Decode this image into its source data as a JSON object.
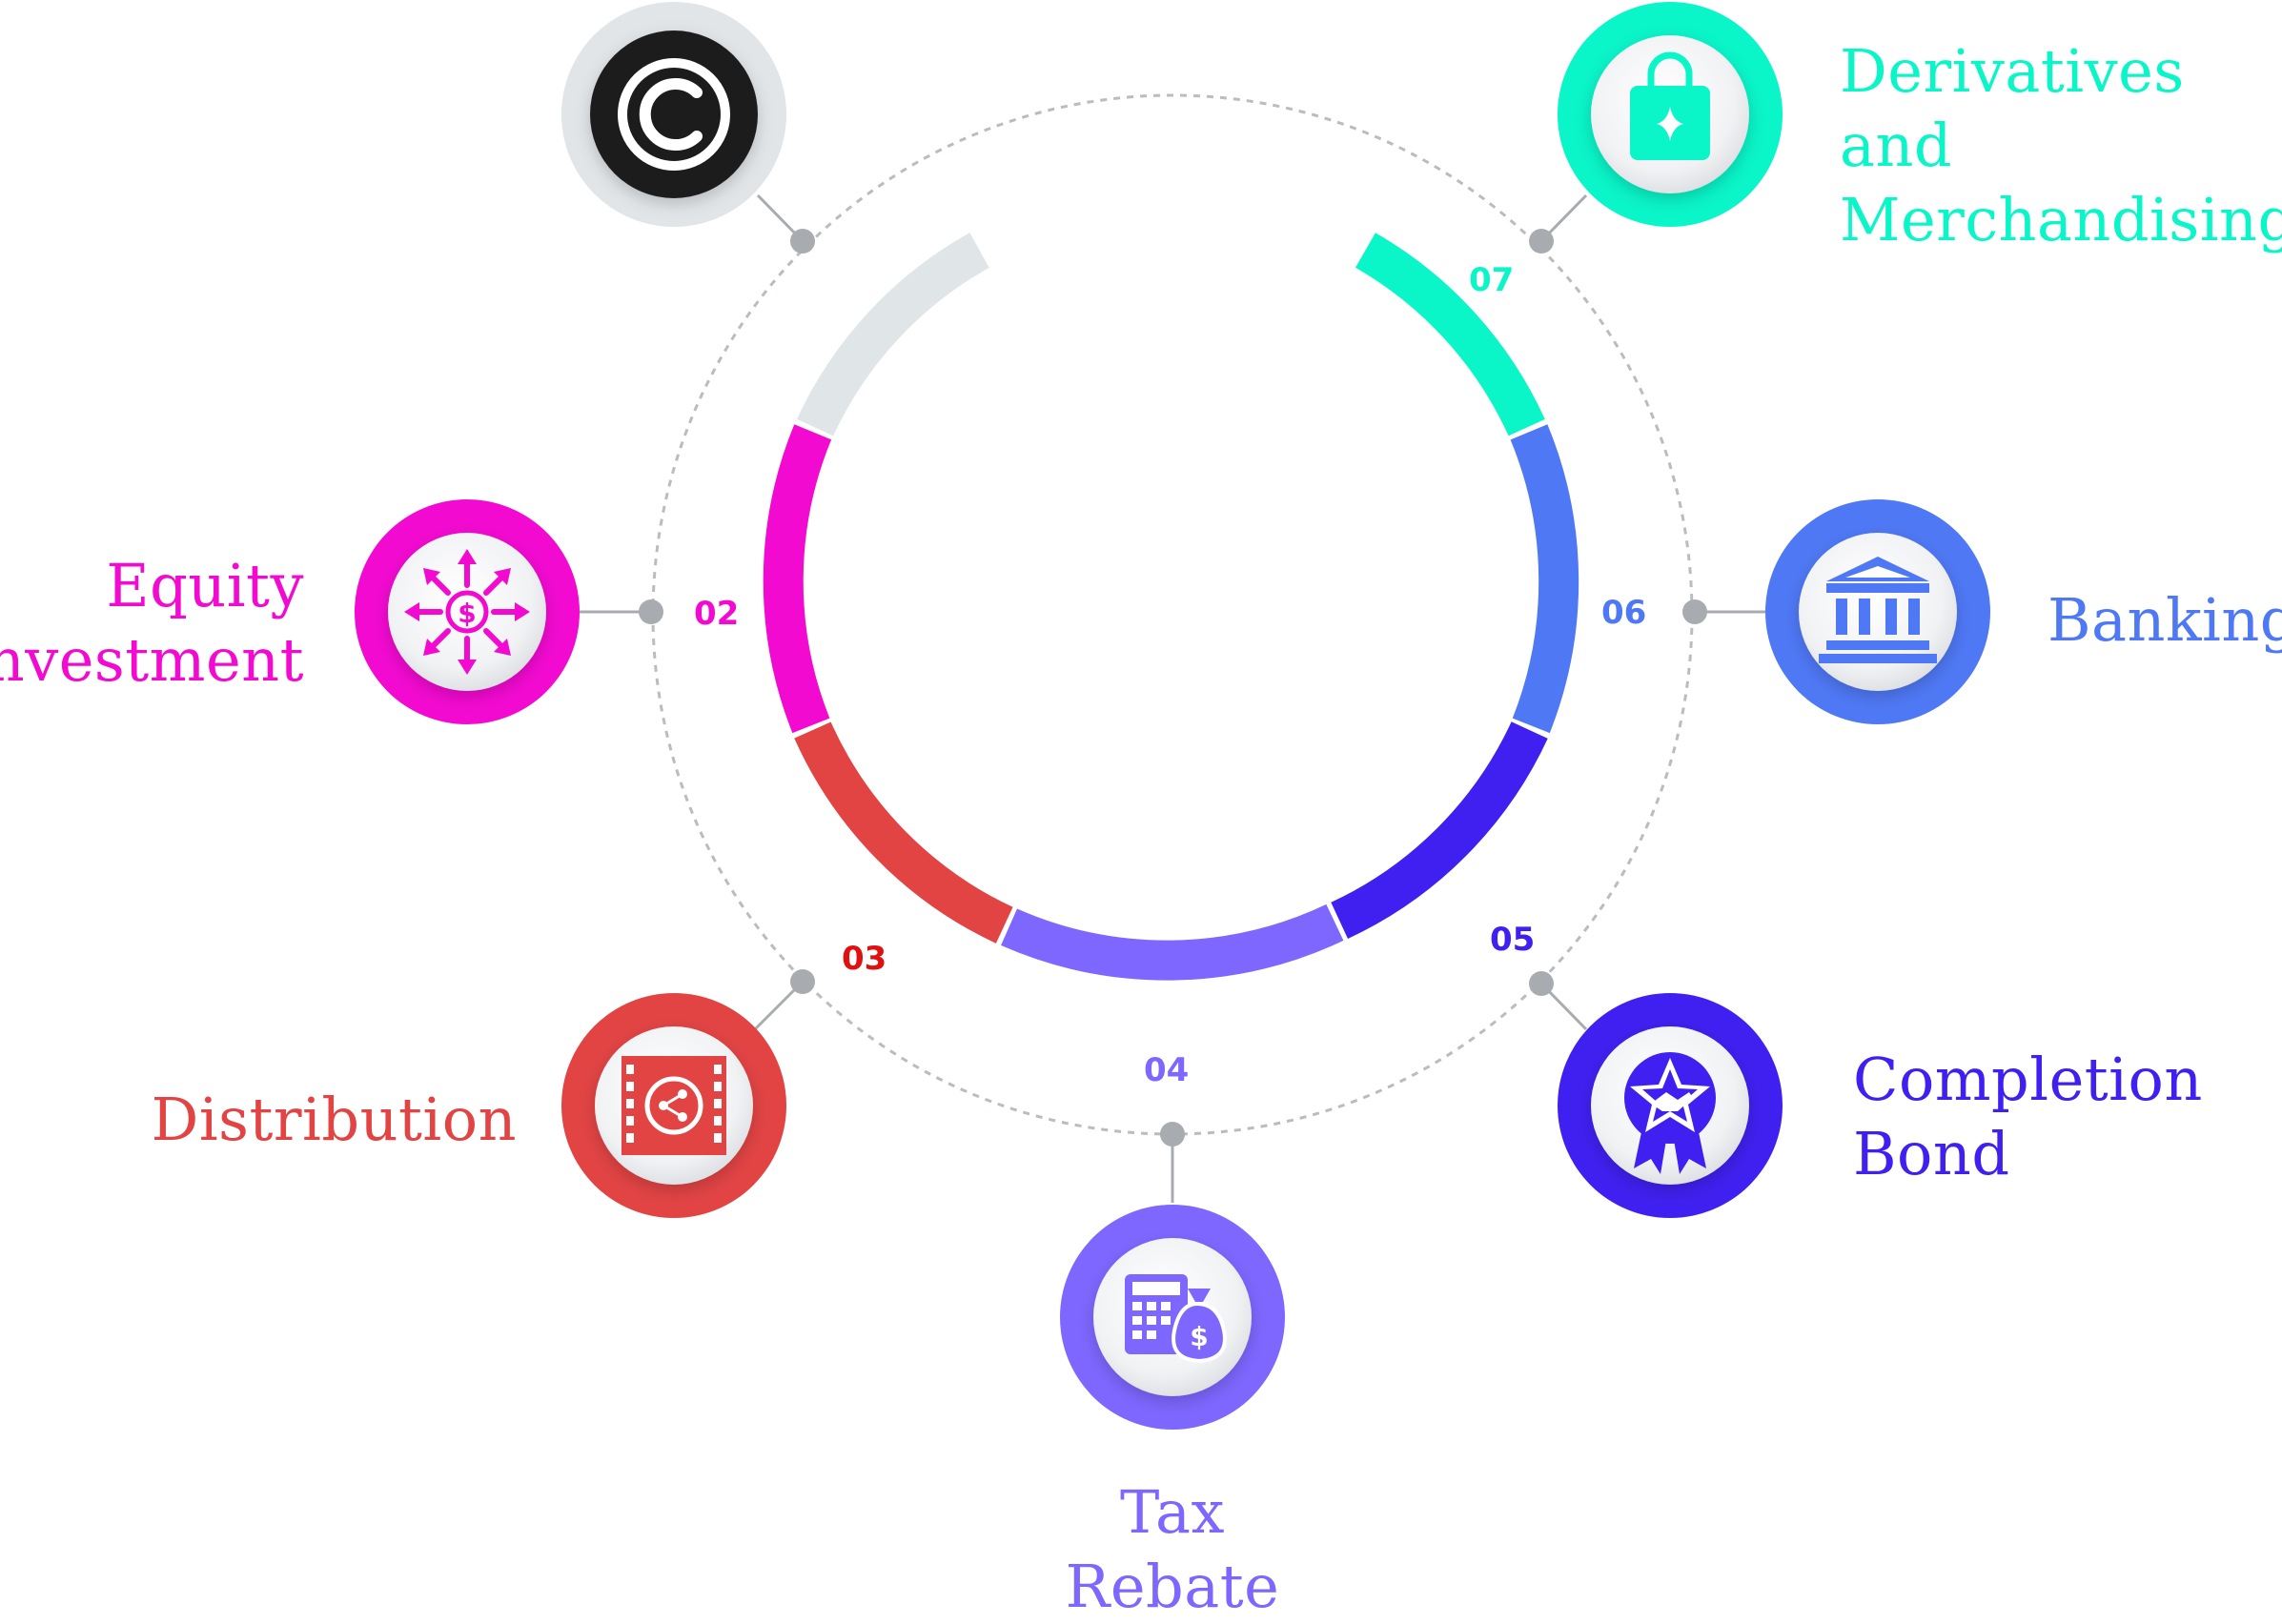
{
  "nodes": [
    {
      "id": "copyright",
      "number": "",
      "label_lines": [],
      "color": "#1f1f1f",
      "ring_color": "#e3e7ea",
      "icon": "copyright-icon"
    },
    {
      "id": "equity",
      "number": "02",
      "label_lines": [
        "Equity",
        "Investment"
      ],
      "color": "#f20ad0",
      "ring_color": "#f20ad0",
      "icon": "money-arrows-icon"
    },
    {
      "id": "distribution",
      "number": "03",
      "label_lines": [
        "Distribution"
      ],
      "color": "#e24444",
      "number_color": "#e01010",
      "ring_color": "#e24444",
      "icon": "film-share-icon"
    },
    {
      "id": "tax",
      "number": "04",
      "label_lines": [
        "Tax Rebate"
      ],
      "color": "#7d67ff",
      "ring_color": "#7d67ff",
      "icon": "calculator-moneybag-icon"
    },
    {
      "id": "completion",
      "number": "05",
      "label_lines": [
        "Completion",
        "Bond"
      ],
      "color": "#4020f0",
      "ring_color": "#4020f0",
      "icon": "handshake-badge-icon"
    },
    {
      "id": "banking",
      "number": "06",
      "label_lines": [
        "Banking"
      ],
      "color": "#4f78f5",
      "ring_color": "#4f78f5",
      "icon": "bank-icon"
    },
    {
      "id": "derivatives",
      "number": "07",
      "label_lines": [
        "Derivatives and",
        "Merchandising"
      ],
      "color": "#0af5c8",
      "ring_color": "#0af5c8",
      "icon": "shopping-bag-icon"
    }
  ]
}
